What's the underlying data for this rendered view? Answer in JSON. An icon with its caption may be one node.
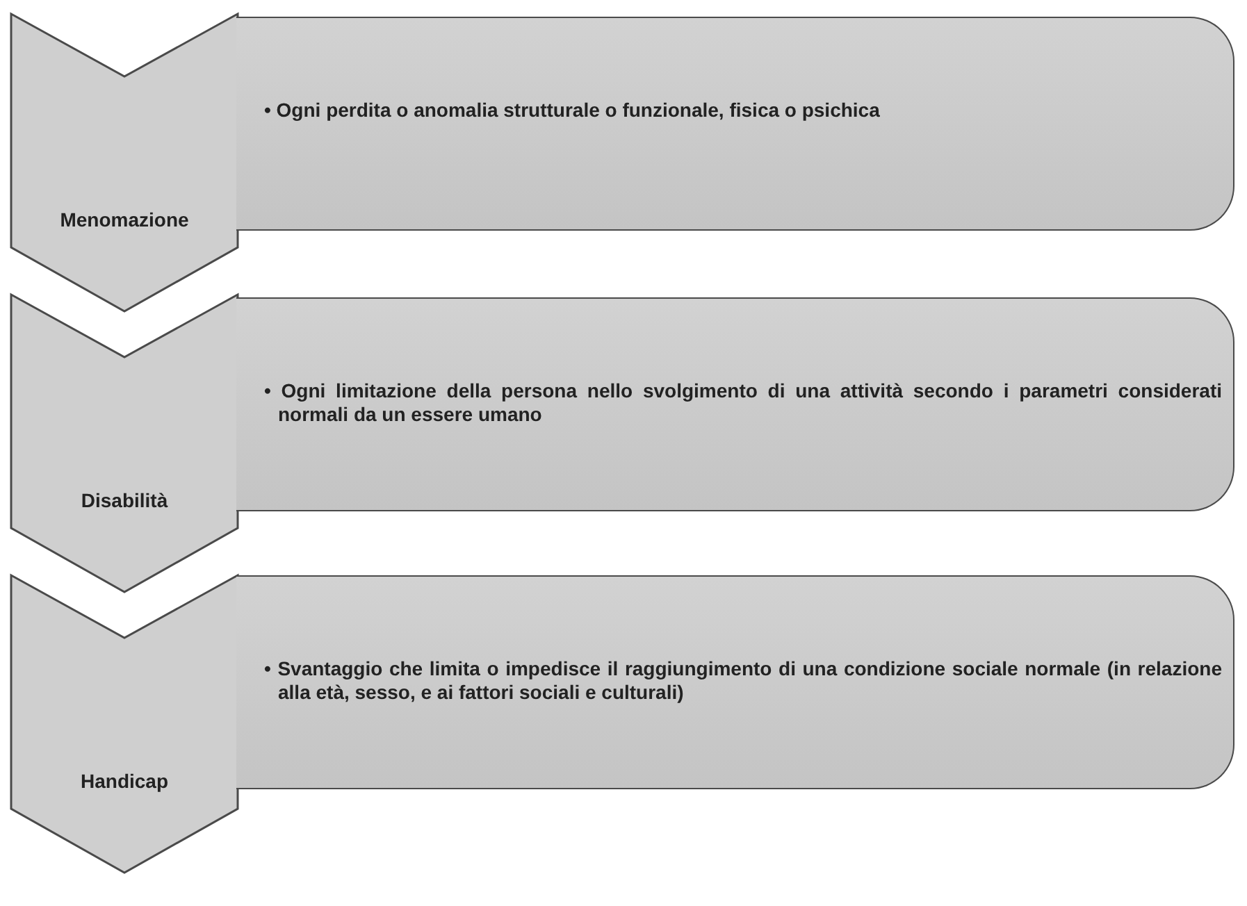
{
  "diagram": {
    "nodes": [
      {
        "text": [
          "Menomazione"
        ]
      },
      {
        "text": [
          "• Ogni perdita o anomalia strutturale o funzionale, fisica o psichica"
        ]
      },
      {
        "text": [
          "Disabilità"
        ]
      },
      {
        "text": [
          "• Ogni limitazione della persona nello svolgimento di una attività secondo i parametri considerati normali da un essere umano"
        ]
      },
      {
        "text": [
          "Handicap"
        ]
      },
      {
        "text": [
          "• Svantaggio che limita o impedisce il raggiungimento di una condizione sociale normale (in relazione alla età, sesso, e ai fattori sociali e culturali)"
        ]
      }
    ]
  }
}
